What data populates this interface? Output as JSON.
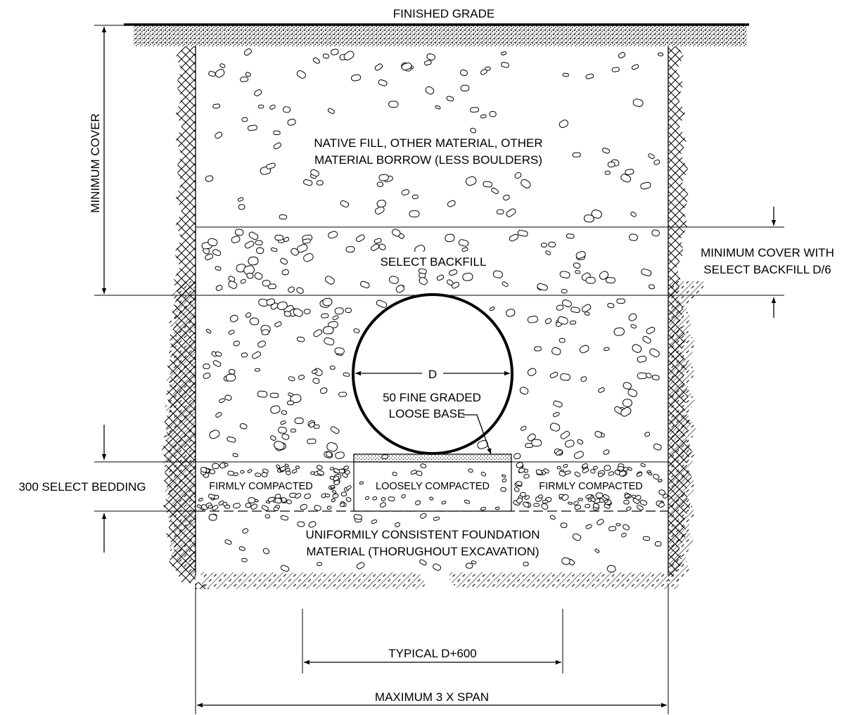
{
  "labels": {
    "finished_grade": "FINISHED GRADE",
    "minimum_cover": "MINIMUM COVER",
    "native_fill_line1": "NATIVE FILL, OTHER MATERIAL, OTHER",
    "native_fill_line2": "MATERIAL BORROW (LESS BOULDERS)",
    "select_backfill": "SELECT BACKFILL",
    "min_cover_select_line1": "MINIMUM COVER WITH",
    "min_cover_select_line2": "SELECT BACKFILL D/6",
    "diameter": "D",
    "fine_graded_line1": "50 FINE GRADED",
    "fine_graded_line2": "LOOSE BASE",
    "select_bedding": "300 SELECT BEDDING",
    "firmly_compacted_left": "FIRMLY COMPACTED",
    "loosely_compacted": "LOOSELY COMPACTED",
    "firmly_compacted_right": "FIRMLY COMPACTED",
    "foundation_line1": "UNIFORMILY CONSISTENT FOUNDATION",
    "foundation_line2": "MATERIAL (THORUGHOUT EXCAVATION)",
    "typical_width": "TYPICAL D+600",
    "maximum_width": "MAXIMUM 3 X SPAN"
  }
}
